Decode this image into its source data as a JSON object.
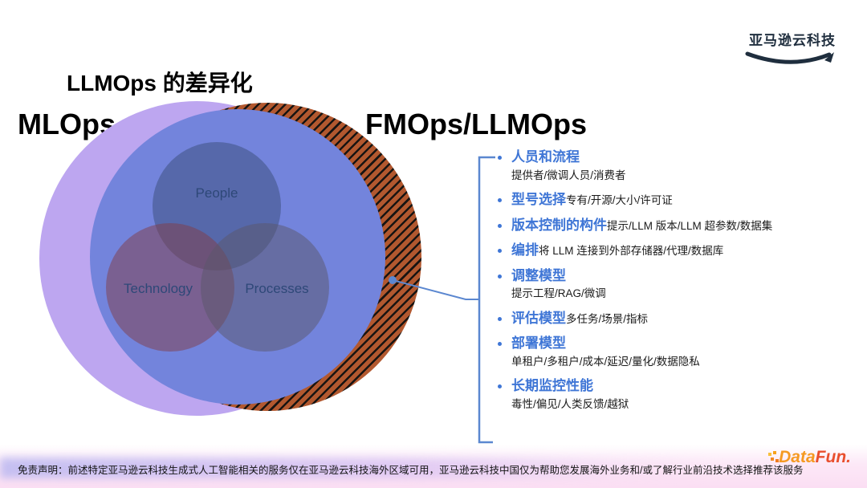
{
  "header": {
    "aws_logo_text": "亚马逊云科技"
  },
  "title": "LLMOps 的差异化",
  "venn": {
    "left_label": "MLOps",
    "right_label": "FMOps/LLMOps",
    "inner_circles": [
      {
        "label": "People"
      },
      {
        "label": "Technology"
      },
      {
        "label": "Processes"
      }
    ]
  },
  "list": {
    "items": [
      {
        "heading": "人员和流程",
        "tail": "",
        "sub": "提供者/微调人员/消费者"
      },
      {
        "heading": "型号选择",
        "tail": "专有/开源/大小/许可证",
        "sub": ""
      },
      {
        "heading": "版本控制的构件",
        "tail": "提示/LLM 版本/LLM 超参数/数据集",
        "sub": ""
      },
      {
        "heading": "编排",
        "tail": "将 LLM 连接到外部存储器/代理/数据库",
        "sub": ""
      },
      {
        "heading": "调整模型",
        "tail": "",
        "sub": "提示工程/RAG/微调"
      },
      {
        "heading": "评估模型",
        "tail": "多任务/场景/指标",
        "sub": ""
      },
      {
        "heading": "部署模型",
        "tail": "",
        "sub": "单租户/多租户/成本/延迟/量化/数据隐私"
      },
      {
        "heading": "长期监控性能",
        "tail": "",
        "sub": "毒性/偏见/人类反馈/越狱"
      }
    ]
  },
  "footer": {
    "disclaimer": "免责声明：前述特定亚马逊云科技生成式人工智能相关的服务仅在亚马逊云科技海外区域可用，亚马逊云科技中国仅为帮助您发展海外业务和/或了解行业前沿技术选择推荐该服务",
    "datafun_data": "Data",
    "datafun_fun": "Fun."
  },
  "colors": {
    "heading_blue": "#3f76d6",
    "connector_blue": "#5b87d0",
    "venn_purple": "#bda6f0",
    "venn_blue": "#7384dc",
    "hatch_orange": "#b2582f",
    "footer_pink": "#fbdef3",
    "aws_navy": "#1f2e3e",
    "datafun_orange": "#f59a23",
    "datafun_red": "#e94f2e"
  }
}
